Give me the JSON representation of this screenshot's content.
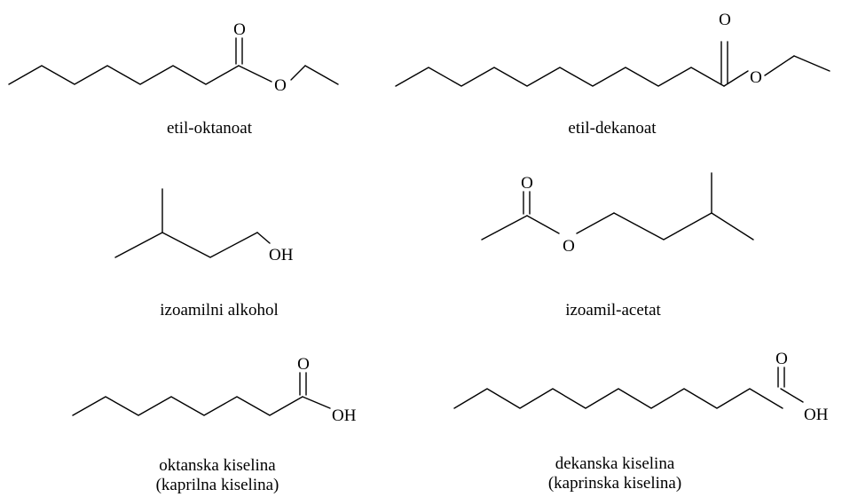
{
  "molecules": [
    {
      "id": "etil-oktanoat",
      "caption": [
        "etil-oktanoat"
      ],
      "atoms": {
        "carbonyl_o": "O",
        "ester_o": "O"
      }
    },
    {
      "id": "etil-dekanoat",
      "caption": [
        "etil-dekanoat"
      ],
      "atoms": {
        "carbonyl_o": "O",
        "ester_o": "O"
      }
    },
    {
      "id": "izoamilni-alkohol",
      "caption": [
        "izoamilni alkohol"
      ],
      "atoms": {
        "hydroxyl": "OH"
      }
    },
    {
      "id": "izoamil-acetat",
      "caption": [
        "izoamil-acetat"
      ],
      "atoms": {
        "carbonyl_o": "O",
        "ester_o": "O"
      }
    },
    {
      "id": "oktanska-kiselina",
      "caption": [
        "oktanska kiselina",
        "(kaprilna kiselina)"
      ],
      "atoms": {
        "carbonyl_o": "O",
        "hydroxyl": "OH"
      }
    },
    {
      "id": "dekanska-kiselina",
      "caption": [
        "dekanska kiselina",
        "(kaprinska kiselina)"
      ],
      "atoms": {
        "carbonyl_o": "O",
        "hydroxyl": "OH"
      }
    }
  ]
}
